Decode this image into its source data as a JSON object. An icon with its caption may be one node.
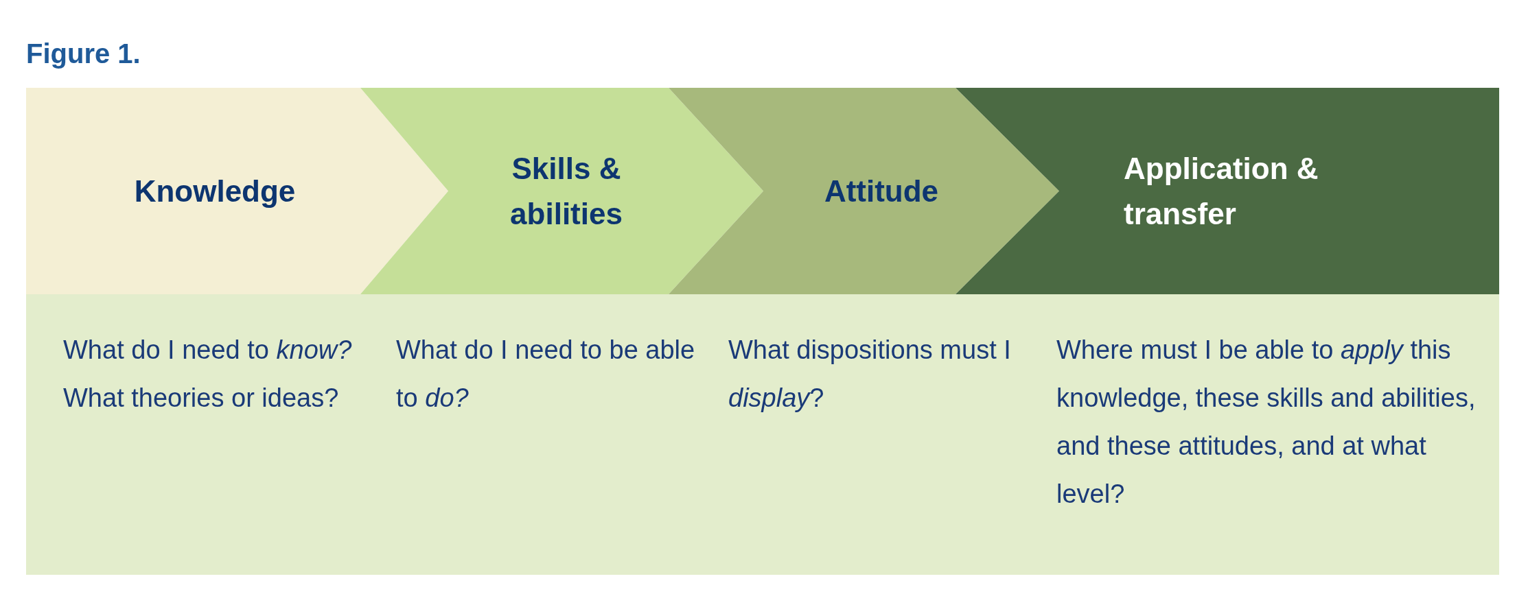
{
  "diagram": {
    "title": "Figure 1.",
    "nodes": [
      {
        "text": [
          "Knowledge"
        ],
        "beside": [
          "What do I need to *know?* What theories or ideas?"
        ]
      },
      {
        "text": [
          "Skills & abilities"
        ],
        "beside": [
          "What do I need to be able to *do?*"
        ]
      },
      {
        "text": [
          "Attitude"
        ],
        "beside": [
          "What dispositions must I *display*?"
        ]
      },
      {
        "text": [
          "Application & transfer"
        ],
        "beside": [
          "Where must I be able to *apply* this knowledge, these skills and abilities, and these attitudes, and at what level?"
        ]
      }
    ]
  }
}
